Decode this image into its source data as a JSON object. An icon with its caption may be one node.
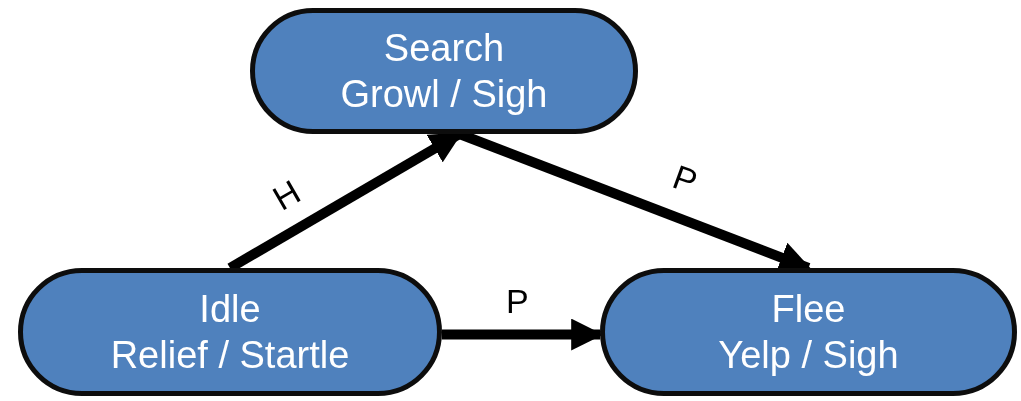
{
  "diagram": {
    "nodes": [
      {
        "text": [
          "Search",
          "Growl / Sigh"
        ]
      },
      {
        "text": [
          "Idle",
          "Relief / Startle"
        ]
      },
      {
        "text": [
          "Flee",
          "Yelp / Sigh"
        ]
      }
    ],
    "edges": [
      {
        "from": 1,
        "to": 0,
        "arrow": "to",
        "label": "H"
      },
      {
        "from": 0,
        "to": 2,
        "arrow": "to",
        "label": "P"
      },
      {
        "from": 1,
        "to": 2,
        "arrow": "to",
        "label": "P"
      }
    ]
  }
}
